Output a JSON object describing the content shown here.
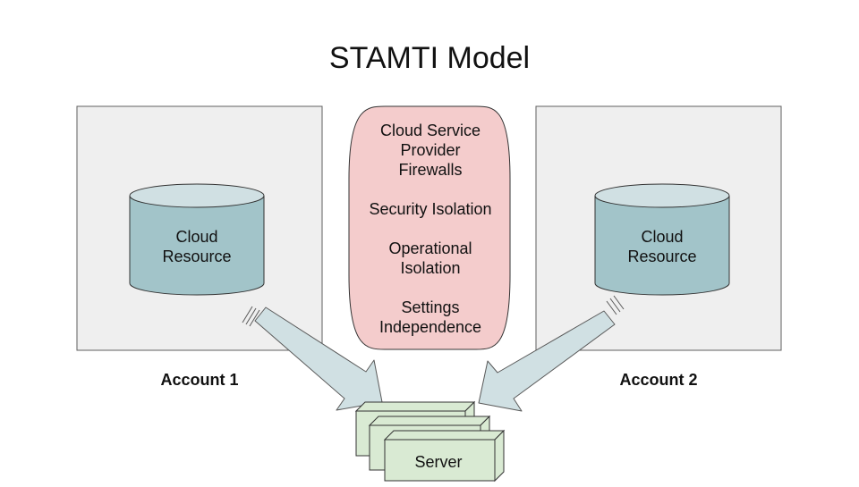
{
  "diagram": {
    "title": "STAMTI Model",
    "accounts": [
      {
        "label": "Account 1",
        "resource_lines": [
          "Cloud",
          "Resource"
        ]
      },
      {
        "label": "Account 2",
        "resource_lines": [
          "Cloud",
          "Resource"
        ]
      }
    ],
    "isolation": {
      "items": [
        {
          "lines": [
            "Cloud Service",
            "Provider",
            "Firewalls"
          ]
        },
        {
          "lines": [
            "Security Isolation"
          ]
        },
        {
          "lines": [
            "Operational",
            "Isolation"
          ]
        },
        {
          "lines": [
            "Settings",
            "Independence"
          ]
        }
      ]
    },
    "server": {
      "label": "Server"
    },
    "colors": {
      "account_box": "#efefef",
      "cylinder": "#a2c4c9",
      "cylinder_top": "#d0e0e3",
      "isolation": "#f4cccc",
      "arrow": "#d0e0e3",
      "server": "#d9ead3"
    }
  }
}
